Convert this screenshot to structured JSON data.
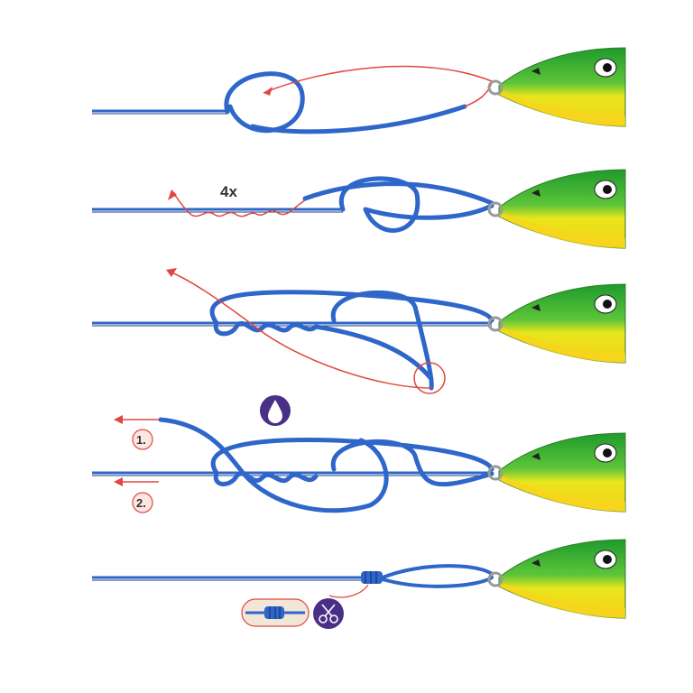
{
  "colors": {
    "line": "#2f66c9",
    "line_dark": "#1c3f86",
    "guide": "#e0473f",
    "lure_green": "#3aa83a",
    "lure_yellow": "#f3ea1e",
    "badge": "#4a2f86"
  },
  "steps": [
    {
      "label": ""
    },
    {
      "label": "4x"
    },
    {
      "label": ""
    },
    {
      "label": "",
      "arrows": [
        "1.",
        "2."
      ]
    },
    {
      "label": ""
    }
  ],
  "icons": {
    "water_drop": "water-drop-icon",
    "scissors": "scissors-icon",
    "knot_detail": "finished-knot-inset"
  }
}
